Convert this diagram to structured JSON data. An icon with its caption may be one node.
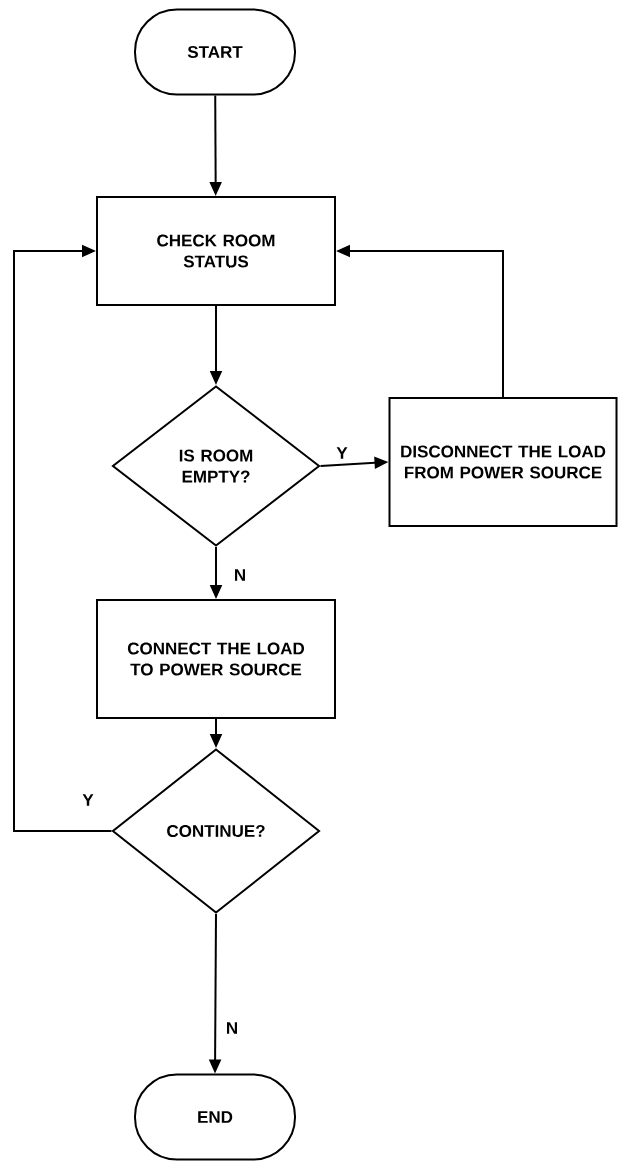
{
  "diagram": {
    "nodes": [
      {
        "text": [
          "START"
        ]
      },
      {
        "text": [
          "CHECK ROOM STATUS"
        ]
      },
      {
        "text": [
          "IS ROOM EMPTY?"
        ]
      },
      {
        "text": [
          "DISCONNECT THE LOAD FROM POWER SOURCE"
        ]
      },
      {
        "text": [
          "CONNECT THE LOAD TO POWER SOURCE"
        ]
      },
      {
        "text": [
          "CONTINUE?"
        ]
      },
      {
        "text": [
          "END"
        ]
      }
    ],
    "edges": [
      {
        "from": 0,
        "to": 1,
        "arrow": "to"
      },
      {
        "from": 1,
        "to": 2,
        "arrow": "to"
      },
      {
        "from": 2,
        "to": 3,
        "arrow": "to",
        "label": "Y"
      },
      {
        "from": 3,
        "to": 1,
        "arrow": "to"
      },
      {
        "from": 2,
        "to": 4,
        "arrow": "to",
        "label": "N"
      },
      {
        "from": 4,
        "to": 5,
        "arrow": "to"
      },
      {
        "from": 5,
        "to": 1,
        "arrow": "to",
        "label": "Y"
      },
      {
        "from": 5,
        "to": 6,
        "arrow": "to",
        "label": "N"
      }
    ]
  }
}
